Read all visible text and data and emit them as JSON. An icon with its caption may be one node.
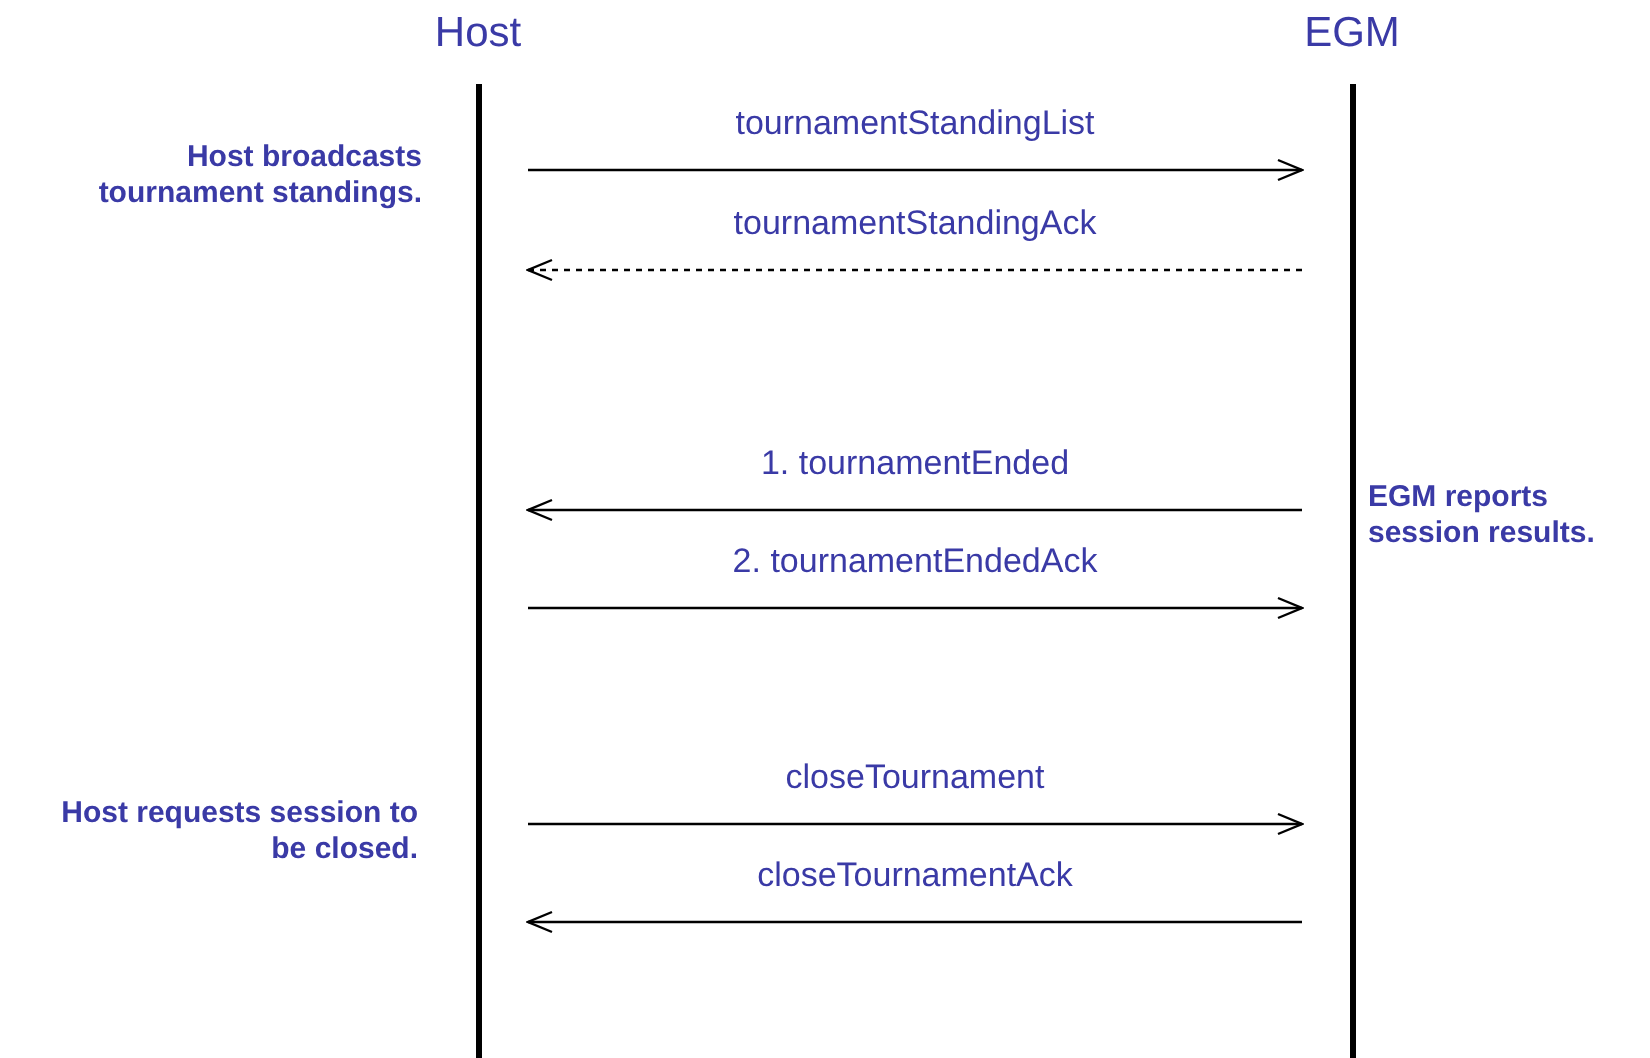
{
  "diagram": {
    "nodes": [
      {
        "text": [
          "Host"
        ]
      },
      {
        "text": [
          "EGM"
        ]
      }
    ],
    "edges": [
      {
        "from": 0,
        "to": 1,
        "arrow": "to",
        "label": "tournamentStandingList"
      },
      {
        "from": 1,
        "to": 0,
        "arrow": "to",
        "label": "tournamentStandingAck",
        "style": "dashed"
      },
      {
        "from": 1,
        "to": 0,
        "arrow": "to",
        "label": "1. tournamentEnded"
      },
      {
        "from": 0,
        "to": 1,
        "arrow": "to",
        "label": "2. tournamentEndedAck"
      },
      {
        "from": 0,
        "to": 1,
        "arrow": "to",
        "label": "closeTournament"
      },
      {
        "from": 1,
        "to": 0,
        "arrow": "to",
        "label": "closeTournamentAck"
      }
    ],
    "labels": [
      "Host broadcasts tournament standings.",
      "EGM reports session results.",
      "Host requests session to be closed."
    ]
  }
}
